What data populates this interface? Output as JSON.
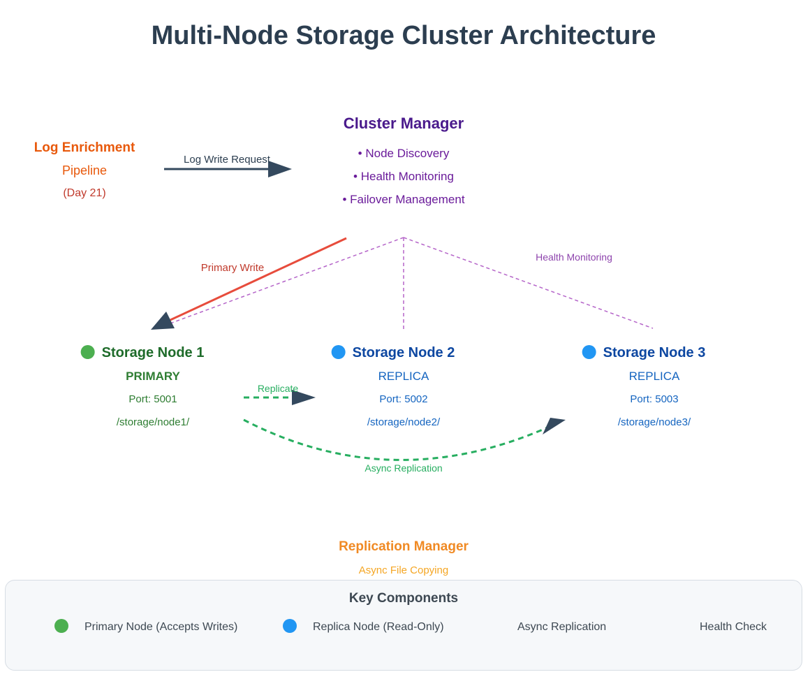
{
  "title": "Multi-Node Storage Cluster Architecture",
  "log_enrichment": {
    "title": "Log Enrichment",
    "subtitle": "Pipeline",
    "note": "(Day 21)"
  },
  "edges": {
    "log_write_request": "Log Write Request",
    "primary_write": "Primary Write",
    "health_monitoring": "Health Monitoring",
    "replicate": "Replicate",
    "async_replication": "Async Replication"
  },
  "cluster_manager": {
    "title": "Cluster Manager",
    "items": [
      "• Node Discovery",
      "• Health Monitoring",
      "• Failover Management"
    ]
  },
  "nodes": [
    {
      "title": "Storage Node 1",
      "role": "PRIMARY",
      "port": "Port: 5001",
      "path": "/storage/node1/",
      "status_color": "#4caf50"
    },
    {
      "title": "Storage Node 2",
      "role": "REPLICA",
      "port": "Port: 5002",
      "path": "/storage/node2/",
      "status_color": "#2196f3"
    },
    {
      "title": "Storage Node 3",
      "role": "REPLICA",
      "port": "Port: 5003",
      "path": "/storage/node3/",
      "status_color": "#2196f3"
    }
  ],
  "replication_manager": {
    "title": "Replication Manager",
    "subtitle": "Async File Copying"
  },
  "legend": {
    "title": "Key Components",
    "items": [
      {
        "icon": "green-dot",
        "label": "Primary Node (Accepts Writes)"
      },
      {
        "icon": "blue-dot",
        "label": "Replica Node (Read-Only)"
      },
      {
        "icon": "green-dashed-line",
        "label": "Async Replication"
      },
      {
        "icon": "purple-dotted-line",
        "label": "Health Check"
      }
    ]
  },
  "colors": {
    "primary": "#4caf50",
    "replica": "#2196f3",
    "replication": "#27ae60",
    "health_check": "#b565c9",
    "write_arrow": "#e74c3c",
    "arrowhead": "#34495e"
  }
}
